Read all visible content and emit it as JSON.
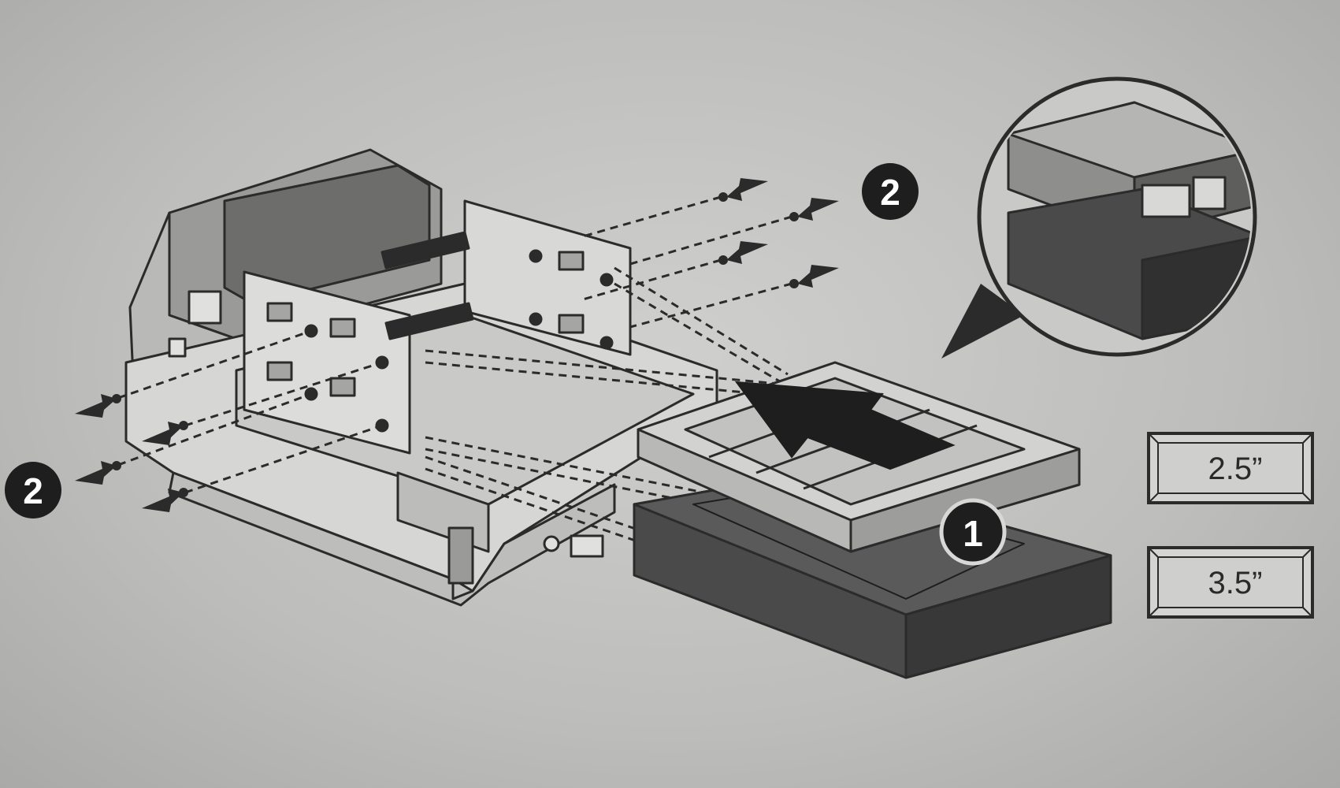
{
  "diagram": {
    "steps": {
      "step1": "1",
      "step2_top": "2",
      "step2_left": "2"
    },
    "size_labels": {
      "small": "2.5”",
      "large": "3.5”"
    }
  },
  "colors": {
    "background": "#c4c4c2",
    "line": "#2b2b2b",
    "dark_fill": "#4a4a4a",
    "mid_fill": "#8a8a88",
    "light_fill": "#d0d0ce"
  }
}
